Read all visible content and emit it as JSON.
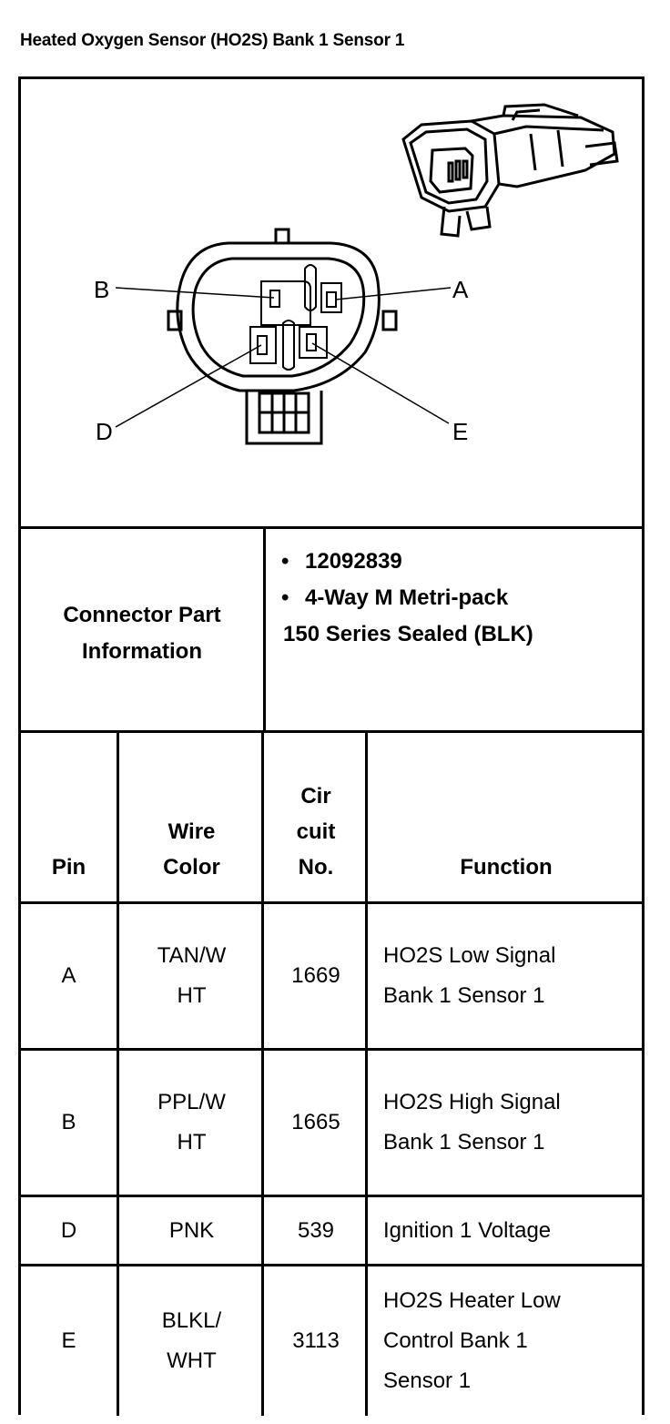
{
  "title": "Heated Oxygen Sensor (HO2S) Bank 1 Sensor 1",
  "diagram": {
    "labels": {
      "a": "A",
      "b": "B",
      "d": "D",
      "e": "E"
    }
  },
  "connector": {
    "label_line1": "Connector Part",
    "label_line2": "Information",
    "part_number": "12092839",
    "description_line1": "4-Way M Metri-pack",
    "description_line2": "150 Series Sealed (BLK)",
    "bullet": "•"
  },
  "table": {
    "headers": {
      "pin": "Pin",
      "wire_line1": "Wire",
      "wire_line2": "Color",
      "circuit_line1": "Cir",
      "circuit_line2": "cuit",
      "circuit_line3": "No.",
      "function": "Function"
    },
    "rows": [
      {
        "pin": "A",
        "wire_line1": "TAN/W",
        "wire_line2": "HT",
        "circuit": "1669",
        "function_line1": "HO2S Low Signal",
        "function_line2": "Bank 1 Sensor 1"
      },
      {
        "pin": "B",
        "wire_line1": "PPL/W",
        "wire_line2": "HT",
        "circuit": "1665",
        "function_line1": "HO2S High Signal",
        "function_line2": "Bank 1 Sensor 1"
      },
      {
        "pin": "D",
        "wire_line1": "PNK",
        "circuit": "539",
        "function_line1": "Ignition 1 Voltage"
      },
      {
        "pin": "E",
        "wire_line1": "BLKL/",
        "wire_line2": "WHT",
        "circuit": "3113",
        "function_line1": "HO2S Heater Low",
        "function_line2": "Control Bank 1",
        "function_line3": "Sensor 1"
      }
    ]
  }
}
